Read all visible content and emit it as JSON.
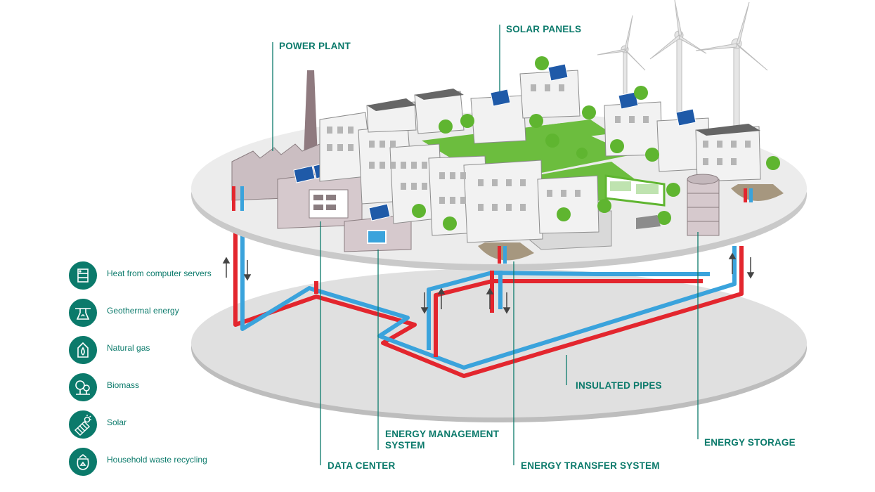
{
  "colors": {
    "accent": "#0b7a6b",
    "hot_pipe": "#e3262e",
    "cold_pipe": "#3aa3dc",
    "platform": "#dcdcdc",
    "tree": "#5fb530",
    "solar": "#1f5aa8"
  },
  "callouts": {
    "power_plant": "POWER PLANT",
    "solar_panels": "SOLAR PANELS",
    "insulated_pipes": "INSULATED PIPES",
    "energy_management_system": "ENERGY MANAGEMENT SYSTEM",
    "data_center": "DATA CENTER",
    "energy_transfer_system": "ENERGY TRANSFER SYSTEM",
    "energy_storage": "ENERGY STORAGE"
  },
  "legend": [
    {
      "icon": "server-heat-icon",
      "label": "Heat from computer servers"
    },
    {
      "icon": "geothermal-icon",
      "label": "Geothermal energy"
    },
    {
      "icon": "natural-gas-icon",
      "label": "Natural gas"
    },
    {
      "icon": "biomass-icon",
      "label": "Biomass"
    },
    {
      "icon": "solar-icon",
      "label": "Solar"
    },
    {
      "icon": "waste-recycling-icon",
      "label": "Household waste recycling"
    }
  ]
}
